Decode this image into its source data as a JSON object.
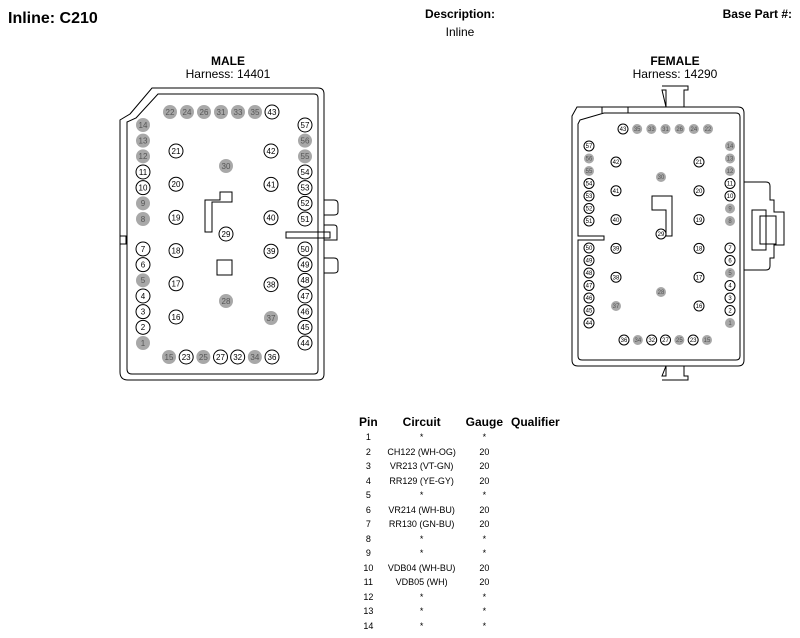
{
  "header": {
    "title": "Inline: C210",
    "description_label": "Description:",
    "description_value": "Inline",
    "base_part_label": "Base Part #:"
  },
  "male": {
    "heading": "MALE",
    "harness": "Harness: 14401",
    "pins": [
      {
        "n": "22",
        "f": true
      },
      {
        "n": "24",
        "f": true
      },
      {
        "n": "26",
        "f": true
      },
      {
        "n": "31",
        "f": true
      },
      {
        "n": "33",
        "f": true
      },
      {
        "n": "35",
        "f": true
      },
      {
        "n": "43",
        "f": false
      },
      {
        "n": "14",
        "f": true
      },
      {
        "n": "13",
        "f": true
      },
      {
        "n": "12",
        "f": true
      },
      {
        "n": "11",
        "f": false
      },
      {
        "n": "10",
        "f": false
      },
      {
        "n": "9",
        "f": true
      },
      {
        "n": "8",
        "f": true
      },
      {
        "n": "7",
        "f": false
      },
      {
        "n": "6",
        "f": false
      },
      {
        "n": "5",
        "f": true
      },
      {
        "n": "4",
        "f": false
      },
      {
        "n": "3",
        "f": false
      },
      {
        "n": "2",
        "f": false
      },
      {
        "n": "1",
        "f": true
      },
      {
        "n": "15",
        "f": true
      },
      {
        "n": "23",
        "f": false
      },
      {
        "n": "25",
        "f": true
      },
      {
        "n": "27",
        "f": false
      },
      {
        "n": "32",
        "f": false
      },
      {
        "n": "34",
        "f": true
      },
      {
        "n": "36",
        "f": false
      },
      {
        "n": "21",
        "f": false
      },
      {
        "n": "20",
        "f": false
      },
      {
        "n": "19",
        "f": false
      },
      {
        "n": "18",
        "f": false
      },
      {
        "n": "17",
        "f": false
      },
      {
        "n": "16",
        "f": false
      },
      {
        "n": "30",
        "f": true
      },
      {
        "n": "29",
        "f": false
      },
      {
        "n": "28",
        "f": true
      },
      {
        "n": "42",
        "f": false
      },
      {
        "n": "41",
        "f": false
      },
      {
        "n": "40",
        "f": false
      },
      {
        "n": "39",
        "f": false
      },
      {
        "n": "38",
        "f": false
      },
      {
        "n": "37",
        "f": true
      },
      {
        "n": "57",
        "f": false
      },
      {
        "n": "56",
        "f": true
      },
      {
        "n": "55",
        "f": true
      },
      {
        "n": "54",
        "f": false
      },
      {
        "n": "53",
        "f": false
      },
      {
        "n": "52",
        "f": false
      },
      {
        "n": "51",
        "f": false
      },
      {
        "n": "50",
        "f": false
      },
      {
        "n": "49",
        "f": false
      },
      {
        "n": "48",
        "f": false
      },
      {
        "n": "47",
        "f": false
      },
      {
        "n": "46",
        "f": false
      },
      {
        "n": "45",
        "f": false
      },
      {
        "n": "44",
        "f": false
      }
    ]
  },
  "female": {
    "heading": "FEMALE",
    "harness": "Harness: 14290",
    "pins": [
      {
        "n": "43",
        "f": false
      },
      {
        "n": "35",
        "f": true
      },
      {
        "n": "33",
        "f": true
      },
      {
        "n": "31",
        "f": true
      },
      {
        "n": "26",
        "f": true
      },
      {
        "n": "24",
        "f": true
      },
      {
        "n": "22",
        "f": true
      },
      {
        "n": "57",
        "f": false
      },
      {
        "n": "56",
        "f": true
      },
      {
        "n": "55",
        "f": true
      },
      {
        "n": "54",
        "f": false
      },
      {
        "n": "53",
        "f": false
      },
      {
        "n": "52",
        "f": false
      },
      {
        "n": "51",
        "f": false
      },
      {
        "n": "50",
        "f": false
      },
      {
        "n": "49",
        "f": false
      },
      {
        "n": "48",
        "f": false
      },
      {
        "n": "47",
        "f": false
      },
      {
        "n": "46",
        "f": false
      },
      {
        "n": "45",
        "f": false
      },
      {
        "n": "44",
        "f": false
      },
      {
        "n": "42",
        "f": false
      },
      {
        "n": "41",
        "f": false
      },
      {
        "n": "40",
        "f": false
      },
      {
        "n": "39",
        "f": false
      },
      {
        "n": "38",
        "f": false
      },
      {
        "n": "37",
        "f": true
      },
      {
        "n": "30",
        "f": true
      },
      {
        "n": "29",
        "f": false
      },
      {
        "n": "28",
        "f": true
      },
      {
        "n": "21",
        "f": false
      },
      {
        "n": "20",
        "f": false
      },
      {
        "n": "19",
        "f": false
      },
      {
        "n": "18",
        "f": false
      },
      {
        "n": "17",
        "f": false
      },
      {
        "n": "16",
        "f": false
      },
      {
        "n": "14",
        "f": true
      },
      {
        "n": "13",
        "f": true
      },
      {
        "n": "12",
        "f": true
      },
      {
        "n": "11",
        "f": false
      },
      {
        "n": "10",
        "f": false
      },
      {
        "n": "9",
        "f": true
      },
      {
        "n": "8",
        "f": true
      },
      {
        "n": "7",
        "f": false
      },
      {
        "n": "6",
        "f": false
      },
      {
        "n": "5",
        "f": true
      },
      {
        "n": "4",
        "f": false
      },
      {
        "n": "3",
        "f": false
      },
      {
        "n": "2",
        "f": false
      },
      {
        "n": "1",
        "f": true
      },
      {
        "n": "36",
        "f": false
      },
      {
        "n": "34",
        "f": true
      },
      {
        "n": "32",
        "f": false
      },
      {
        "n": "27",
        "f": false
      },
      {
        "n": "25",
        "f": true
      },
      {
        "n": "23",
        "f": false
      },
      {
        "n": "15",
        "f": true
      }
    ]
  },
  "pin_table": {
    "headers": [
      "Pin",
      "Circuit",
      "Gauge",
      "Qualifier"
    ],
    "rows": [
      [
        "1",
        "*",
        "*",
        ""
      ],
      [
        "2",
        "CH122 (WH-OG)",
        "20",
        ""
      ],
      [
        "3",
        "VR213 (VT-GN)",
        "20",
        ""
      ],
      [
        "4",
        "RR129 (YE-GY)",
        "20",
        ""
      ],
      [
        "5",
        "*",
        "*",
        ""
      ],
      [
        "6",
        "VR214 (WH-BU)",
        "20",
        ""
      ],
      [
        "7",
        "RR130 (GN-BU)",
        "20",
        ""
      ],
      [
        "8",
        "*",
        "*",
        ""
      ],
      [
        "9",
        "*",
        "*",
        ""
      ],
      [
        "10",
        "VDB04 (WH-BU)",
        "20",
        ""
      ],
      [
        "11",
        "VDB05 (WH)",
        "20",
        ""
      ],
      [
        "12",
        "*",
        "*",
        ""
      ],
      [
        "13",
        "*",
        "*",
        ""
      ],
      [
        "14",
        "*",
        "*",
        ""
      ]
    ]
  },
  "colors": {
    "filled_pin": "#a8a8a8",
    "outline": "#000000"
  }
}
